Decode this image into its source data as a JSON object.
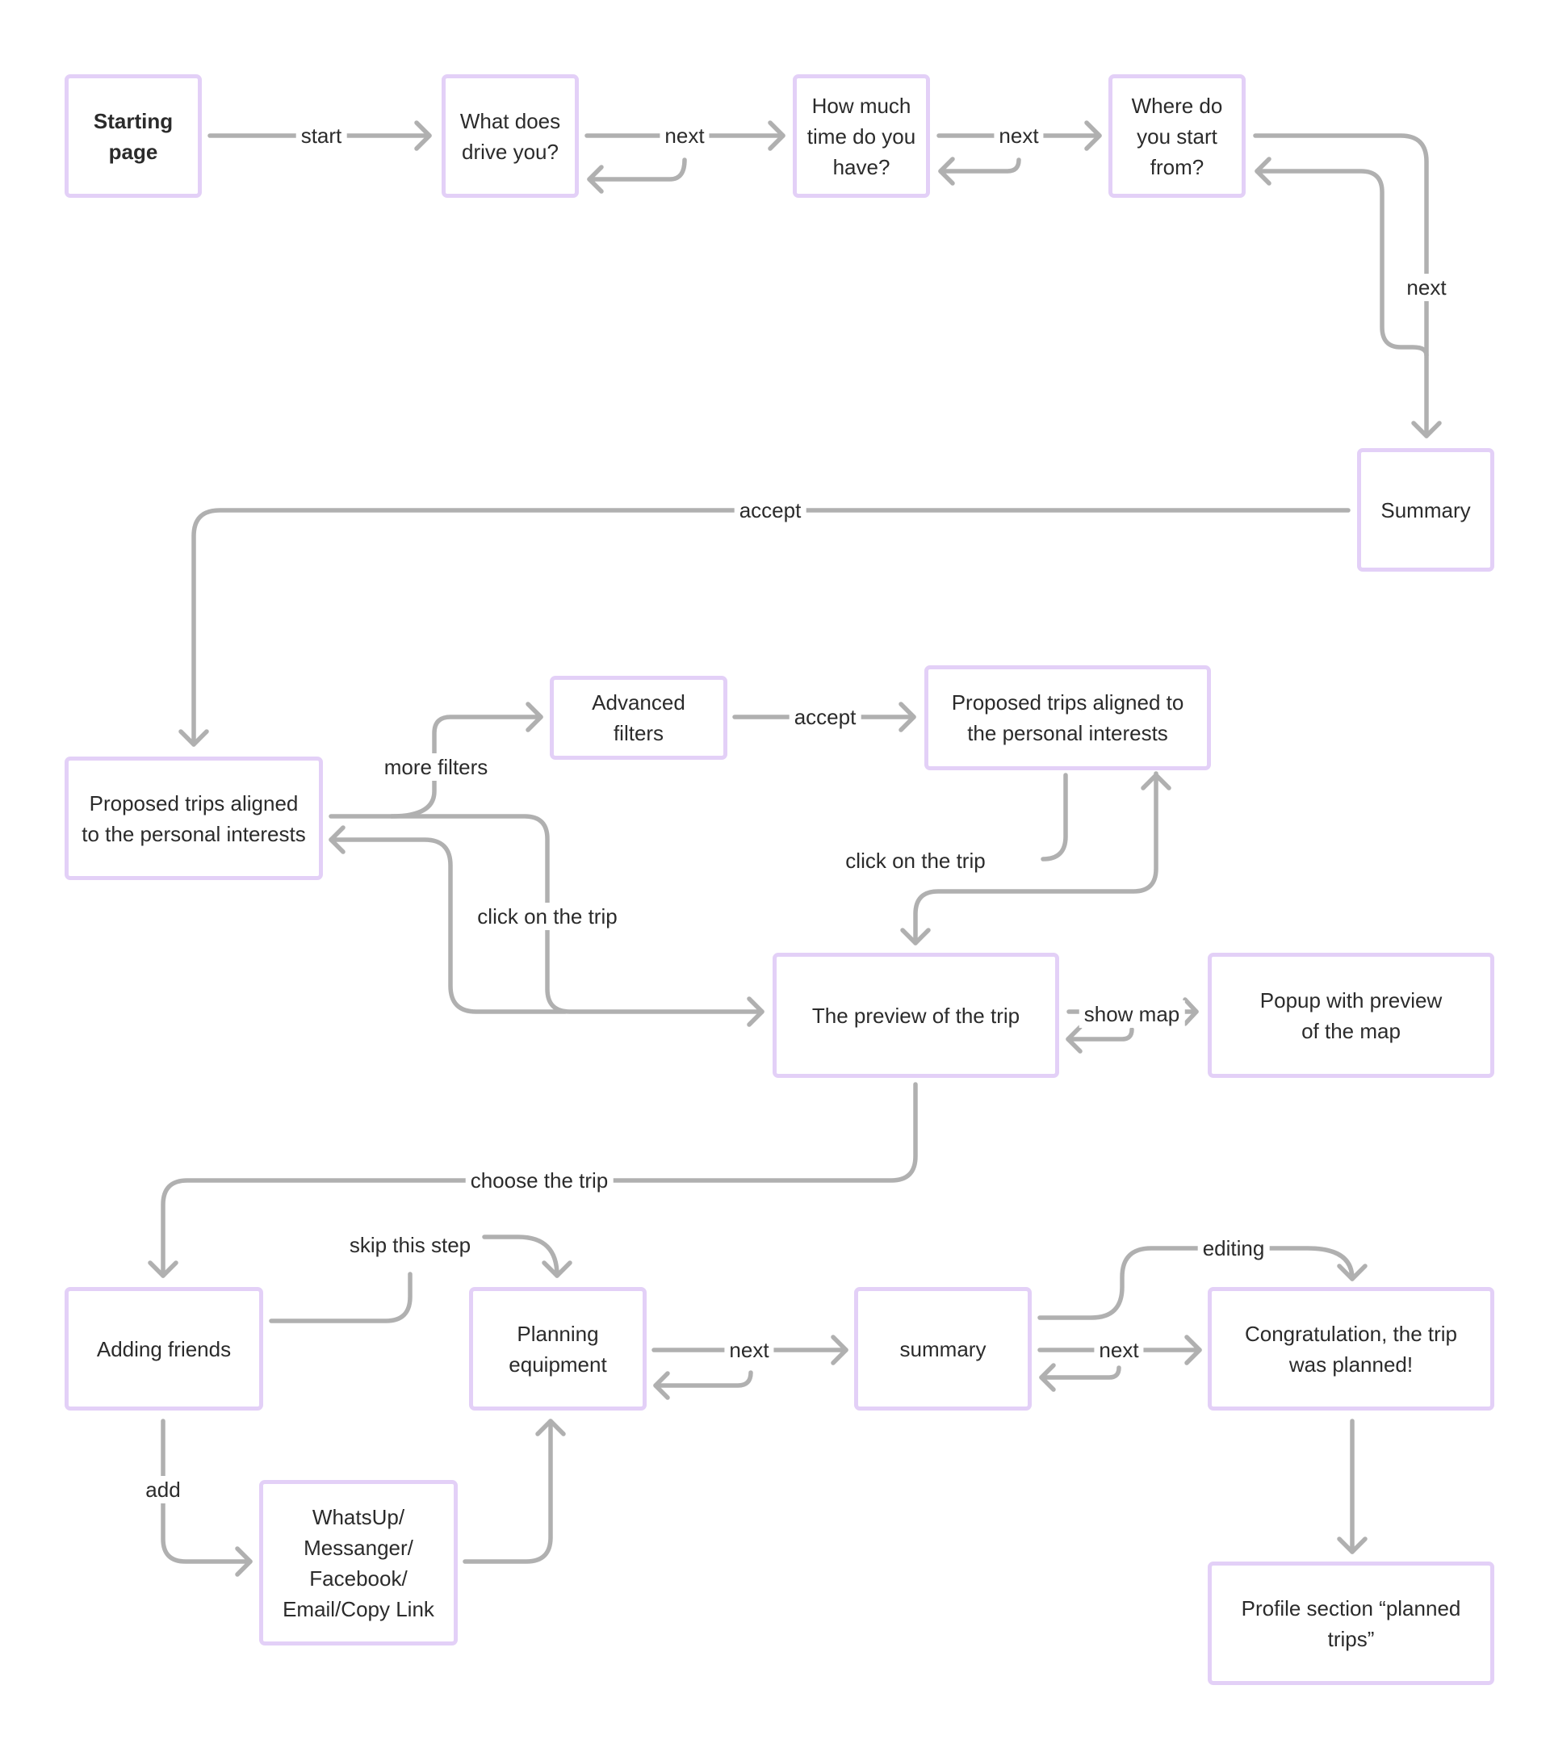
{
  "nodes": {
    "starting_page": "Starting\npage",
    "what_drives": "What does\ndrive you?",
    "how_much_time": "How much\ntime do you\nhave?",
    "where_start": "Where do\nyou start\nfrom?",
    "summary_top": "Summary",
    "proposed_left": "Proposed trips aligned\nto the personal interests",
    "advanced_filters": "Advanced\nfilters",
    "proposed_right": "Proposed trips aligned to\nthe personal interests",
    "preview_trip": "The preview of the trip",
    "popup_map": "Popup with preview\nof the map",
    "adding_friends": "Adding friends",
    "planning_equipment": "Planning\nequipment",
    "summary_bottom": "summary",
    "congratulation": "Congratulation, the trip\nwas planned!",
    "share_options": "WhatsUp/\nMessanger/\nFacebook/\nEmail/Copy Link",
    "profile_section": "Profile section “planned\ntrips”"
  },
  "labels": {
    "start": "start",
    "next_1": "next",
    "next_2": "next",
    "next_3": "next",
    "accept_1": "accept",
    "more_filters": "more filters",
    "accept_2": "accept",
    "click_trip_1": "click on the trip",
    "click_trip_2": "click on the trip",
    "show_map": "show map",
    "choose_trip": "choose the trip",
    "skip_step": "skip this step",
    "editing": "editing",
    "next_4": "next",
    "next_5": "next",
    "add": "add"
  },
  "colors": {
    "node_border": "#e3d0f7",
    "edge": "#b0b0b0",
    "text": "#2b2b2b"
  }
}
